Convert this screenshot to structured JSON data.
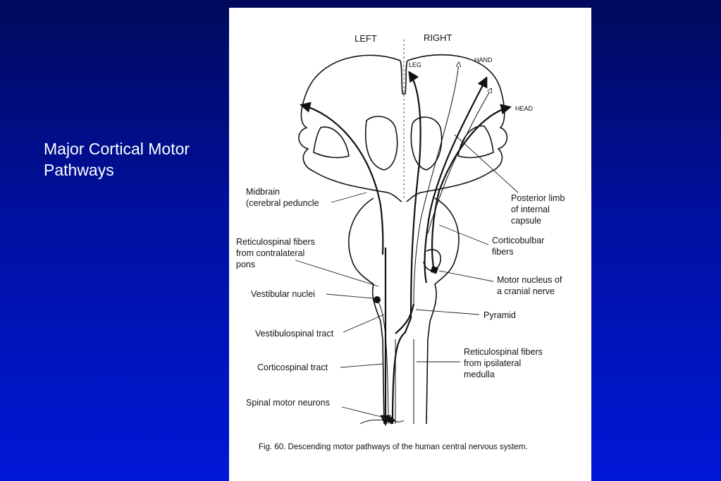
{
  "slide": {
    "title_line1": "Major Cortical Motor",
    "title_line2": "Pathways",
    "background_color_top": "#000a5c",
    "background_color_bottom": "#0018d8"
  },
  "figure": {
    "side_left": "LEFT",
    "side_right": "RIGHT",
    "region_leg": "LEG",
    "region_hand": "HAND",
    "region_head": "HEAD",
    "labels": {
      "midbrain_1": "Midbrain",
      "midbrain_2": "(cerebral peduncle",
      "reticulo_contra_1": "Reticulospinal fibers",
      "reticulo_contra_2": "from contralateral",
      "reticulo_contra_3": "pons",
      "vestibular_nuclei": "Vestibular nuclei",
      "vestibulospinal": "Vestibulospinal tract",
      "corticospinal": "Corticospinal tract",
      "spinal_motor": "Spinal motor neurons",
      "posterior_limb_1": "Posterior limb",
      "posterior_limb_2": "of internal",
      "posterior_limb_3": "capsule",
      "corticobulbar_1": "Corticobulbar",
      "corticobulbar_2": "fibers",
      "motor_nucleus_1": "Motor nucleus of",
      "motor_nucleus_2": "a cranial nerve",
      "pyramid": "Pyramid",
      "reticulo_ipsi_1": "Reticulospinal fibers",
      "reticulo_ipsi_2": "from ipsilateral",
      "reticulo_ipsi_3": "medulla"
    },
    "caption": "Fig. 60.   Descending motor pathways of the human central nervous system."
  }
}
